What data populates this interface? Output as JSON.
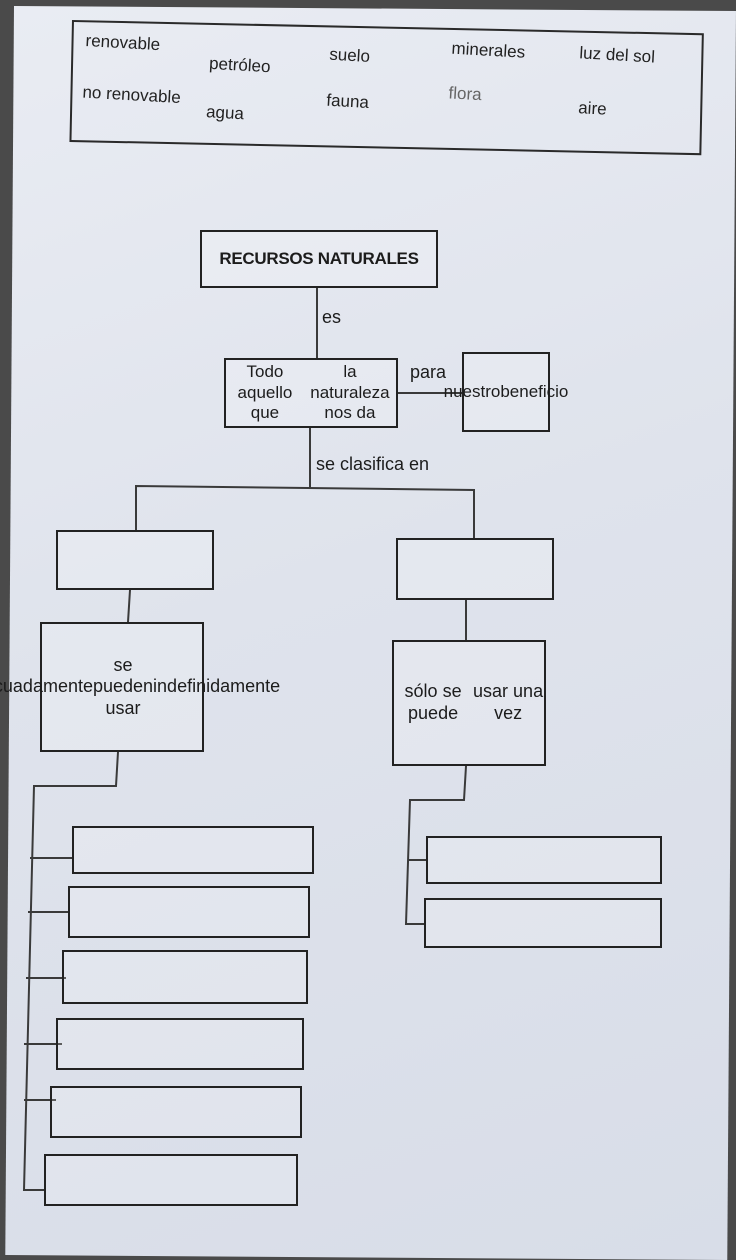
{
  "word_bank": [
    "renovable",
    "petróleo",
    "suelo",
    "minerales",
    "luz del sol",
    "no renovable",
    "agua",
    "fauna",
    "flora",
    "aire"
  ],
  "diagram": {
    "root": "RECURSOS NATURALES",
    "link_es": "es",
    "definition_line1": "Todo aquello que",
    "definition_line2": "la naturaleza nos da",
    "link_para": "para",
    "benefit_line1": "nuestro",
    "benefit_line2": "beneficio",
    "link_clasifica": "se clasifica en",
    "left_category": "",
    "right_category": "",
    "left_desc_line1": "adecuadamente",
    "left_desc_line2": "se pueden usar",
    "left_desc_line3": "indefinidamente",
    "right_desc_line1": "sólo se puede",
    "right_desc_line2": "usar una vez",
    "left_answers": [
      "",
      "",
      "",
      "",
      "",
      ""
    ],
    "right_answers": [
      "",
      ""
    ]
  }
}
